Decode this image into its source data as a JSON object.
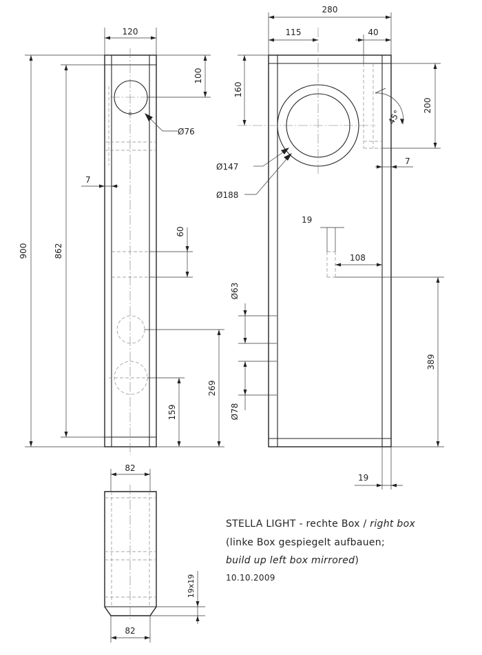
{
  "drawing": {
    "front_view": {
      "dim_width": "120",
      "dim_height_outer": "900",
      "dim_height_inner": "862",
      "dim_hole_from_top": "100",
      "dim_hole_diameter": "Ø76",
      "dim_wall": "7",
      "dim_gap": "60",
      "dim_port_lower": "159",
      "dim_port_upper": "269"
    },
    "side_view": {
      "dim_width": "280",
      "dim_left": "115",
      "dim_right": "40",
      "dim_driver_height": "160",
      "dim_baffle_height": "200",
      "dim_angle": "45°",
      "dim_baffle_wall": "7",
      "dim_inner_diameter": "Ø147",
      "dim_outer_diameter": "Ø188",
      "dim_strip": "19",
      "dim_strip_offset": "108",
      "dim_strip_height": "389",
      "dim_port_small": "Ø63",
      "dim_port_large": "Ø78",
      "dim_bottom": "19"
    },
    "bottom_view": {
      "dim_top": "82",
      "dim_bottom": "82",
      "dim_batten": "19x19"
    }
  },
  "notes": {
    "title_plain": "STELLA LIGHT - rechte Box / ",
    "title_italic": "right box",
    "line2": "(linke Box gespiegelt aufbauen;",
    "line3_italic": "build up left box mirrored",
    "line3_end": ")",
    "date": "10.10.2009"
  }
}
